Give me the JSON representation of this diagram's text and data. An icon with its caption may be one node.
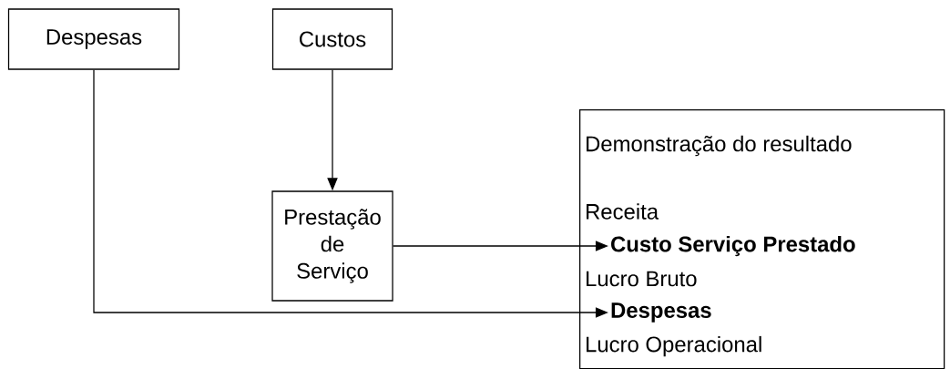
{
  "diagram": {
    "nodes": [
      {
        "text": [
          "Despesas"
        ]
      },
      {
        "text": [
          "Custos"
        ]
      },
      {
        "text": [
          "Prestação de Serviço"
        ]
      },
      {
        "text": [
          "Demonstração do resultado",
          "Receita",
          "Lucro Bruto",
          "Lucro Operacional"
        ]
      },
      {
        "text": [
          "Custo Serviço Prestado"
        ],
        "in": 3
      },
      {
        "text": [
          "Despesas"
        ],
        "in": 3
      }
    ],
    "edges": [
      {
        "from": 1,
        "to": 2,
        "arrow": "to"
      },
      {
        "from": 2,
        "to": 4,
        "arrow": "to"
      },
      {
        "from": 0,
        "to": 5,
        "arrow": "to"
      }
    ]
  }
}
